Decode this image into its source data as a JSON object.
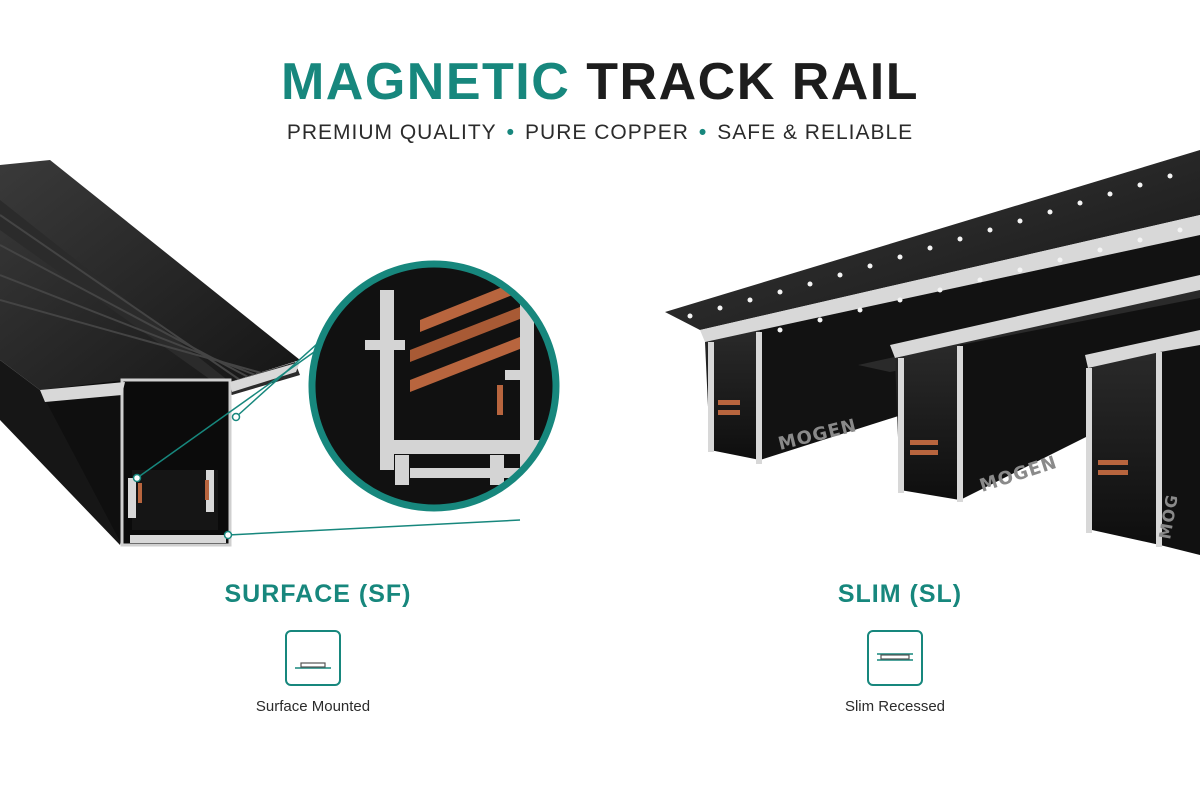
{
  "header": {
    "title_accent": "MAGNETIC",
    "title_main": "TRACK RAIL",
    "features": [
      "PREMIUM QUALITY",
      "PURE COPPER",
      "SAFE & RELIABLE"
    ],
    "separator": "•"
  },
  "products": [
    {
      "label": "SURFACE (SF)",
      "icon": "surface-mount-icon",
      "caption": "Surface Mounted"
    },
    {
      "label": "SLIM (SL)",
      "icon": "slim-recessed-icon",
      "caption": "Slim Recessed"
    }
  ],
  "brand_marks": [
    "MOGEN",
    "MOGEN",
    "MOG"
  ],
  "colors": {
    "accent": "#17877d",
    "rail": "#1a1a1a",
    "aluminium": "#d8d8d8",
    "copper": "#b8653e"
  }
}
